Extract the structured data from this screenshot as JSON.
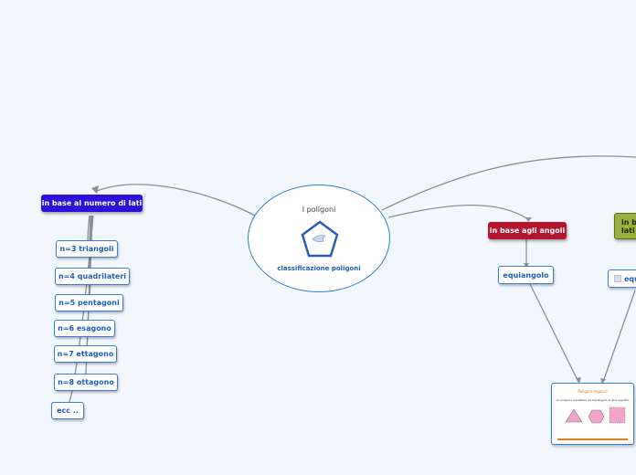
{
  "central": {
    "title": "I poligoni",
    "subtitle": "classificazione poligoni",
    "icon": "pentagon-icon"
  },
  "branches": {
    "sides": {
      "label": "in base al numero di lati",
      "color": "#2d10d9",
      "children": [
        "n=3 triangoli",
        "n=4 quadrilateri",
        "n=5 pentagoni",
        "n=6 esagono",
        "n=7 ettagono",
        "n=8 ottagono",
        "ecc .."
      ]
    },
    "angles": {
      "label": "in base agli angoli",
      "color": "#b4152f",
      "children": [
        "equiangolo"
      ]
    },
    "lati": {
      "label_line1": "in b",
      "label_line2": "lati",
      "color": "#98b13c",
      "children": [
        "equ"
      ]
    }
  },
  "image_card": {
    "title": "Poligoni regolari",
    "subtitle": "un poligono equilatero ed equiangolo si dice regolare",
    "shapes": [
      "triangle-icon",
      "hexagon-icon",
      "square-icon"
    ]
  }
}
